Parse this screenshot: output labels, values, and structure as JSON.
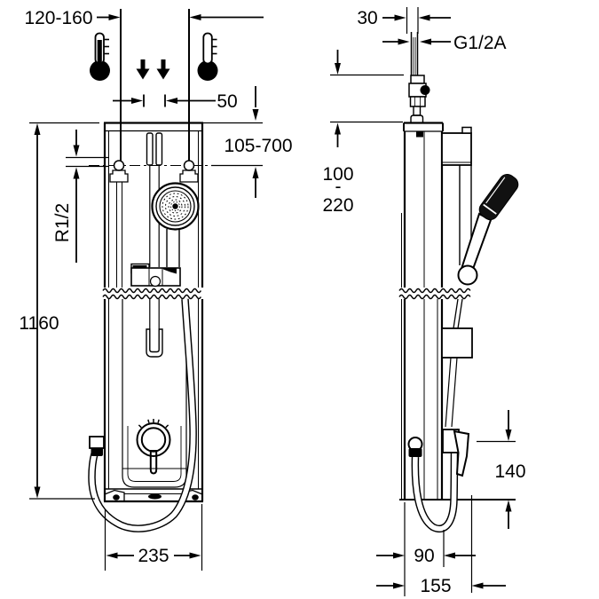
{
  "page": {
    "background": "#ffffff",
    "line_color": "#000000"
  },
  "drawing": {
    "type": "technical installation drawing, shower panel, front and side views"
  },
  "dimensions": {
    "inlet_spacing": "120-160",
    "inlet_gap": "50",
    "adjust_range": "105-700",
    "connection_thread": "R1/2",
    "total_height": "1160",
    "panel_width": "235",
    "pipe_offset": "30",
    "top_connection_thread": "G1/2A",
    "top_pipe_min": "100",
    "range_separator": "-",
    "top_pipe_max": "220",
    "outlet_height": "140",
    "body_depth": "90",
    "total_depth": "155"
  },
  "icons": {
    "hot_thermometer": "thermometer-filled",
    "cold_thermometer": "thermometer-outline",
    "flow_arrows": "two-down-arrows"
  }
}
